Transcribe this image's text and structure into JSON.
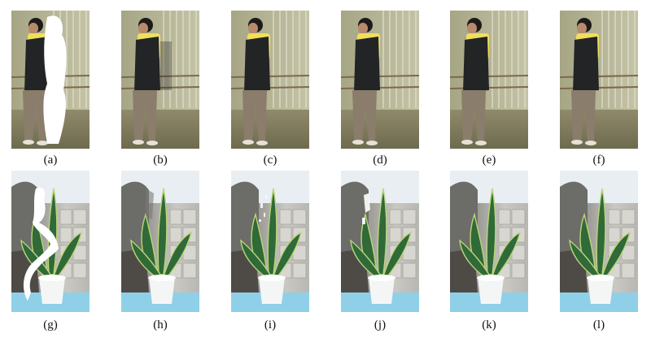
{
  "figure": {
    "row1": {
      "subject": "person",
      "panels": [
        {
          "label": "(a)",
          "artifact": "white-hole"
        },
        {
          "label": "(b)",
          "artifact": "ghost"
        },
        {
          "label": "(c)",
          "artifact": "none"
        },
        {
          "label": "(d)",
          "artifact": "none"
        },
        {
          "label": "(e)",
          "artifact": "none"
        },
        {
          "label": "(f)",
          "artifact": "none"
        }
      ]
    },
    "row2": {
      "subject": "plant",
      "panels": [
        {
          "label": "(g)",
          "artifact": "white-hole"
        },
        {
          "label": "(h)",
          "artifact": "ghost"
        },
        {
          "label": "(i)",
          "artifact": "speckle"
        },
        {
          "label": "(j)",
          "artifact": "speckle"
        },
        {
          "label": "(k)",
          "artifact": "none"
        },
        {
          "label": "(l)",
          "artifact": "none"
        }
      ]
    }
  }
}
